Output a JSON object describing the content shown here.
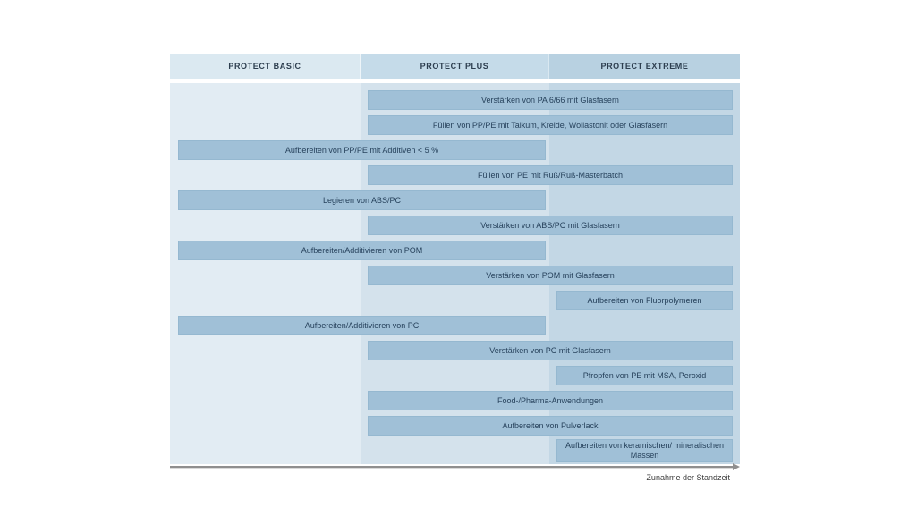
{
  "chart_data": {
    "type": "bar",
    "subtype": "horizontal-span-matrix",
    "title": "",
    "xlabel": "Zunahme der Standzeit",
    "legend_position": "none",
    "grid": false,
    "columns": [
      {
        "label": "PROTECT BASIC"
      },
      {
        "label": "PROTECT PLUS"
      },
      {
        "label": "PROTECT EXTREME"
      }
    ],
    "x_axis": {
      "label": "Zunahme der Standzeit",
      "direction": "right-arrow"
    },
    "bars": [
      {
        "label": "Verstärken von PA 6/66 mit Glasfasern",
        "span": "plus-extreme",
        "columns": [
          "PROTECT PLUS",
          "PROTECT EXTREME"
        ]
      },
      {
        "label": "Füllen von PP/PE mit Talkum, Kreide, Wollastonit oder Glasfasern",
        "span": "plus-extreme",
        "columns": [
          "PROTECT PLUS",
          "PROTECT EXTREME"
        ]
      },
      {
        "label": "Aufbereiten von PP/PE mit Additiven < 5 %",
        "span": "basic-plus",
        "columns": [
          "PROTECT BASIC",
          "PROTECT PLUS"
        ]
      },
      {
        "label": "Füllen von PE mit Ruß/Ruß-Masterbatch",
        "span": "plus-extreme",
        "columns": [
          "PROTECT PLUS",
          "PROTECT EXTREME"
        ]
      },
      {
        "label": "Legieren von ABS/PC",
        "span": "basic-plus",
        "columns": [
          "PROTECT BASIC",
          "PROTECT PLUS"
        ]
      },
      {
        "label": "Verstärken von ABS/PC mit Glasfasern",
        "span": "plus-extreme",
        "columns": [
          "PROTECT PLUS",
          "PROTECT EXTREME"
        ]
      },
      {
        "label": "Aufbereiten/Additivieren von POM",
        "span": "basic-plus",
        "columns": [
          "PROTECT BASIC",
          "PROTECT PLUS"
        ]
      },
      {
        "label": "Verstärken von POM mit Glasfasern",
        "span": "plus-extreme",
        "columns": [
          "PROTECT PLUS",
          "PROTECT EXTREME"
        ]
      },
      {
        "label": "Aufbereiten von Fluorpolymeren",
        "span": "extreme",
        "columns": [
          "PROTECT EXTREME"
        ]
      },
      {
        "label": "Aufbereiten/Additivieren von PC",
        "span": "basic-plus",
        "columns": [
          "PROTECT BASIC",
          "PROTECT PLUS"
        ]
      },
      {
        "label": "Verstärken von PC mit Glasfasern",
        "span": "plus-extreme",
        "columns": [
          "PROTECT PLUS",
          "PROTECT EXTREME"
        ]
      },
      {
        "label": "Pfropfen von PE mit MSA, Peroxid",
        "span": "extreme",
        "columns": [
          "PROTECT EXTREME"
        ]
      },
      {
        "label": "Food-/Pharma-Anwendungen",
        "span": "plus-extreme",
        "columns": [
          "PROTECT PLUS",
          "PROTECT EXTREME"
        ]
      },
      {
        "label": "Aufbereiten von Pulverlack",
        "span": "plus-extreme",
        "columns": [
          "PROTECT PLUS",
          "PROTECT EXTREME"
        ]
      },
      {
        "label": "Aufbereiten von keramischen/ mineralischen Massen",
        "span": "extreme",
        "columns": [
          "PROTECT EXTREME"
        ]
      }
    ],
    "colors": {
      "header_basic": "#dbe9f1",
      "header_plus": "#c5dbe9",
      "header_extreme": "#b8d1e1",
      "band_basic": "#e2ecf3",
      "band_plus": "#d4e2ec",
      "band_extreme": "#c3d7e5",
      "bar_fill": "#a0c0d7",
      "bar_text": "#27425c",
      "header_text": "#2d3e4f",
      "axis_line": "#8f8f8f"
    }
  }
}
